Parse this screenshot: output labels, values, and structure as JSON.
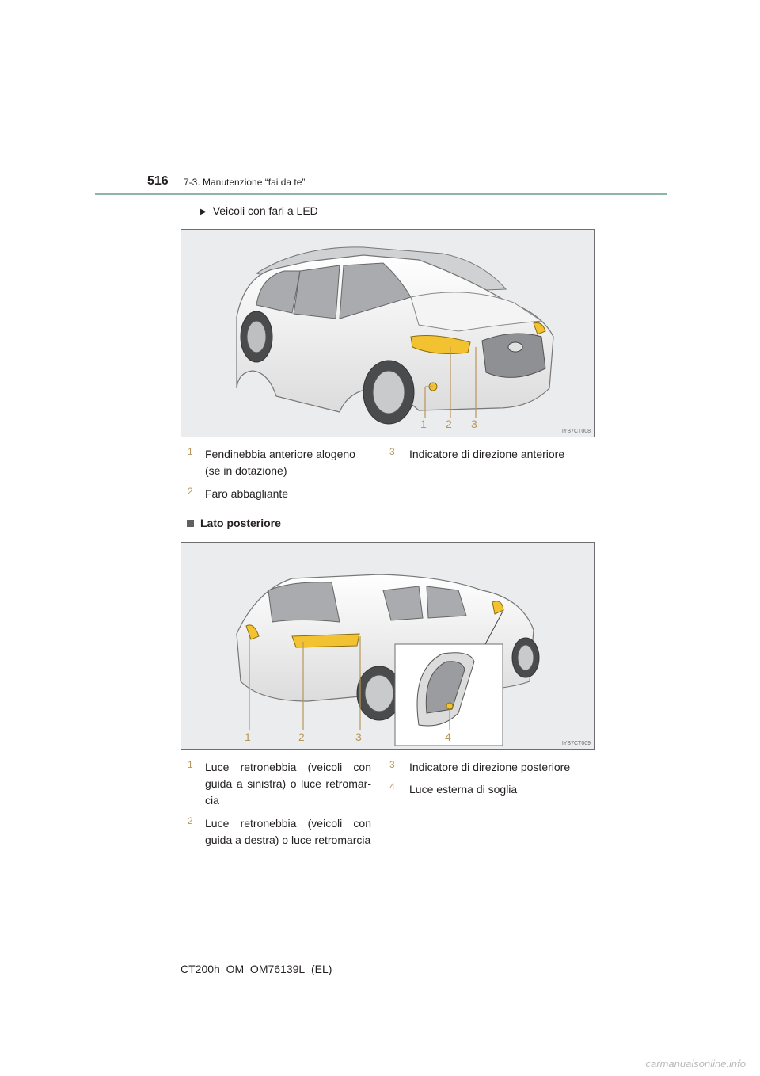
{
  "header": {
    "page_number": "516",
    "section_title": "7-3. Manutenzione “fai da te”"
  },
  "bullet": {
    "icon": "triangle-right-icon",
    "text": "Veicoli con fari a LED"
  },
  "figure1": {
    "code": "IYB7CT008",
    "callouts": [
      "1",
      "2",
      "3"
    ],
    "accent_color": "#f2c230",
    "legend": [
      {
        "num": "1",
        "text": "Fendinebbia anteriore alogeno (se in dotazione)"
      },
      {
        "num": "2",
        "text": "Faro abbagliante"
      },
      {
        "num": "3",
        "text": "Indicatore di direzione anteriore"
      }
    ]
  },
  "section2": {
    "title": "Lato posteriore"
  },
  "figure2": {
    "code": "IYB7CT009",
    "callouts": [
      "1",
      "2",
      "3",
      "4"
    ],
    "legend": [
      {
        "num": "1",
        "text": "Luce retronebbia (veicoli con guida a sinistra) o luce retromar-cia"
      },
      {
        "num": "2",
        "text": "Luce retronebbia (veicoli con guida a destra) o luce retromarcia"
      },
      {
        "num": "3",
        "text": "Indicatore di direzione posteriore"
      },
      {
        "num": "4",
        "text": "Luce esterna di soglia"
      }
    ]
  },
  "footer": {
    "doc_code": "CT200h_OM_OM76139L_(EL)"
  },
  "watermark": {
    "text": "carmanualsonline.info"
  }
}
